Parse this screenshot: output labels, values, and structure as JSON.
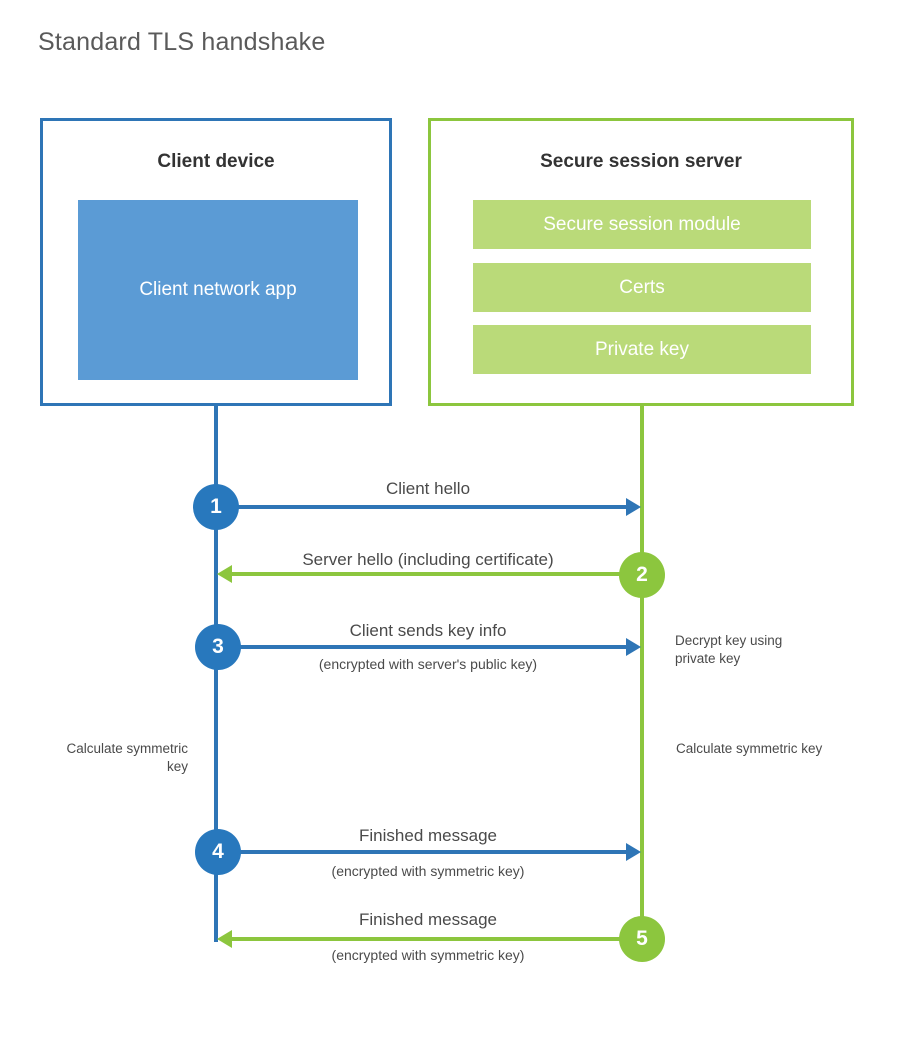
{
  "title": "Standard TLS handshake",
  "colors": {
    "blue_border": "#2e75b6",
    "blue_fill": "#5b9bd5",
    "blue_circle": "#2878bd",
    "green_border": "#8cc63e",
    "green_fill": "#bada79",
    "green_circle": "#8cc63e",
    "text": "#4a4a4a"
  },
  "client": {
    "title": "Client device",
    "app_label": "Client network app"
  },
  "server": {
    "title": "Secure session server",
    "components": [
      {
        "label": "Secure session module"
      },
      {
        "label": "Certs"
      },
      {
        "label": "Private key"
      }
    ]
  },
  "steps": [
    {
      "number": "1",
      "label": "Client hello",
      "sublabel": "",
      "direction": "client-to-server",
      "color": "blue"
    },
    {
      "number": "2",
      "label": "Server hello (including certificate)",
      "sublabel": "",
      "direction": "server-to-client",
      "color": "green"
    },
    {
      "number": "3",
      "label": "Client sends key info",
      "sublabel": "(encrypted with server's public key)",
      "direction": "client-to-server",
      "color": "blue"
    },
    {
      "number": "4",
      "label": "Finished message",
      "sublabel": "(encrypted with symmetric key)",
      "direction": "client-to-server",
      "color": "blue"
    },
    {
      "number": "5",
      "label": "Finished message",
      "sublabel": "(encrypted with symmetric key)",
      "direction": "server-to-client",
      "color": "green"
    }
  ],
  "notes": {
    "decrypt_key": "Decrypt key using private key",
    "client_calculate": "Calculate symmetric key",
    "server_calculate": "Calculate symmetric key"
  }
}
